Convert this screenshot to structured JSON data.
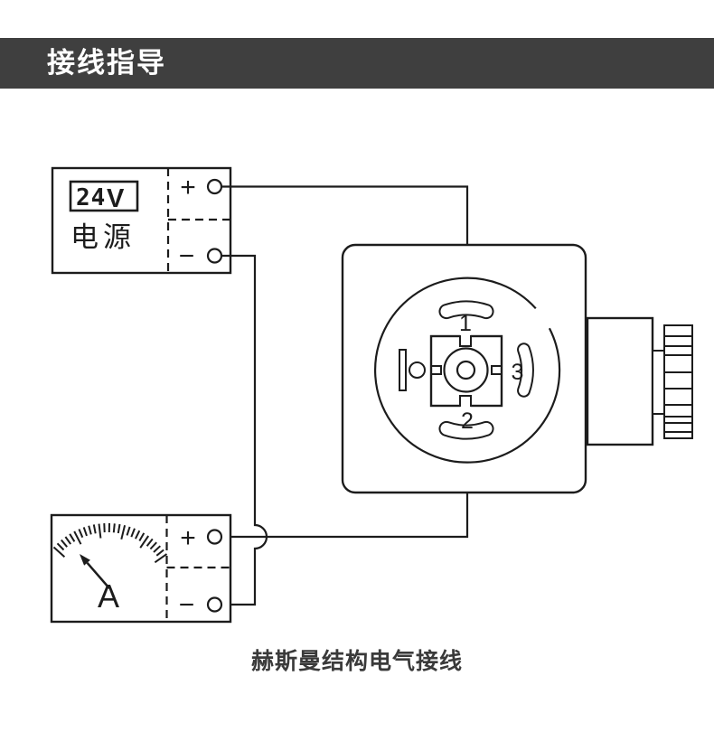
{
  "header": {
    "title": "接线指导"
  },
  "power": {
    "display_value": "24",
    "display_unit": "V",
    "label": "电源",
    "plus": "+",
    "minus": "−"
  },
  "ammeter": {
    "label": "A",
    "plus": "+",
    "minus": "−"
  },
  "connector": {
    "pin1": "1",
    "pin2": "2",
    "pin3": "3"
  },
  "caption": "赫斯曼结构电气接线",
  "colors": {
    "header_bg": "#3f3f3f",
    "header_fg": "#ffffff",
    "line": "#1c1c1c",
    "caption_fg": "#3a3a3a",
    "background": "#ffffff"
  }
}
